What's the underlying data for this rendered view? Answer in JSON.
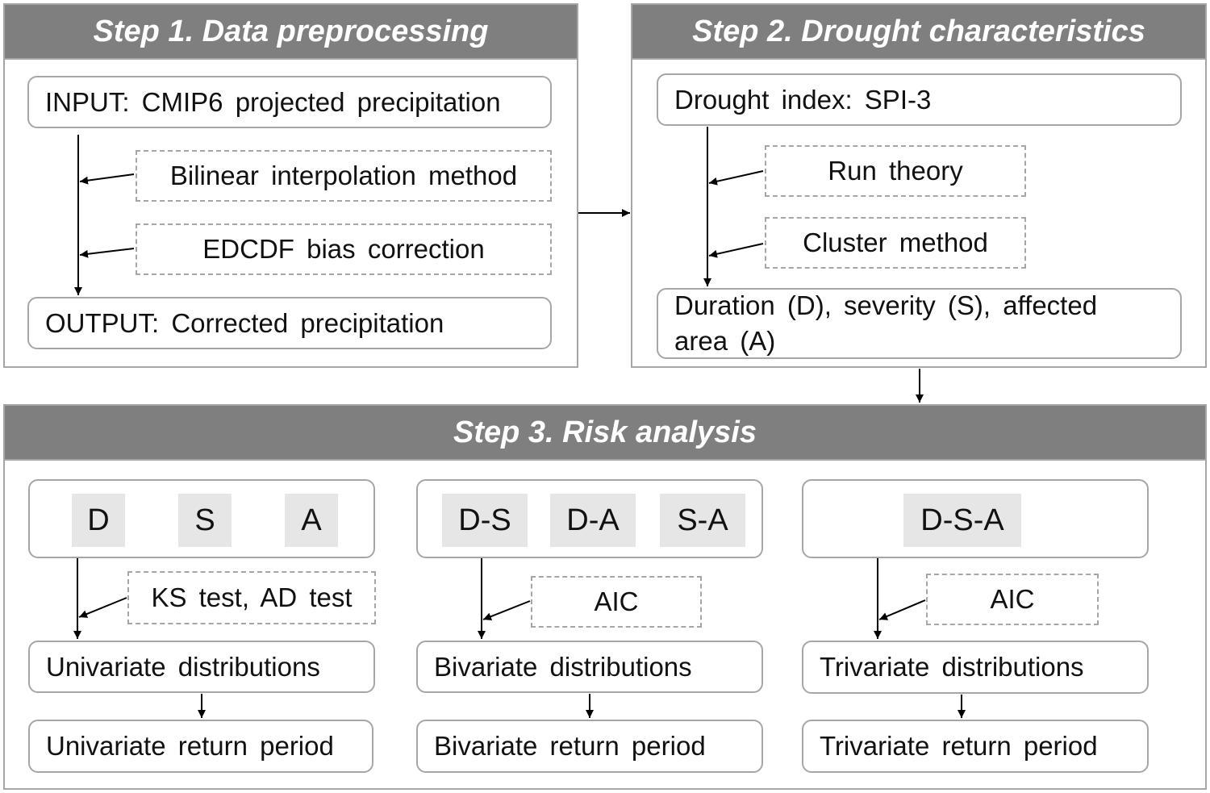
{
  "step1": {
    "title": "Step 1. Data preprocessing",
    "input": "INPUT: CMIP6 projected precipitation",
    "interpolation": "Bilinear interpolation method",
    "bias_correction": "EDCDF bias correction",
    "output": "OUTPUT: Corrected precipitation"
  },
  "step2": {
    "title": "Step 2. Drought characteristics",
    "index": "Drought index: SPI-3",
    "run_theory": "Run theory",
    "cluster": "Cluster method",
    "output_line1": "Duration (D), severity (S), affected",
    "output_line2": "area (A)"
  },
  "step3": {
    "title": "Step 3. Risk analysis",
    "univariate": {
      "variables": [
        "D",
        "S",
        "A"
      ],
      "test": "KS test, AD test",
      "distributions": "Univariate distributions",
      "return_period": "Univariate return period"
    },
    "bivariate": {
      "variables": [
        "D-S",
        "D-A",
        "S-A"
      ],
      "test": "AIC",
      "distributions": "Bivariate distributions",
      "return_period": "Bivariate return period"
    },
    "trivariate": {
      "variables": [
        "D-S-A"
      ],
      "test": "AIC",
      "distributions": "Trivariate distributions",
      "return_period": "Trivariate return period"
    }
  }
}
